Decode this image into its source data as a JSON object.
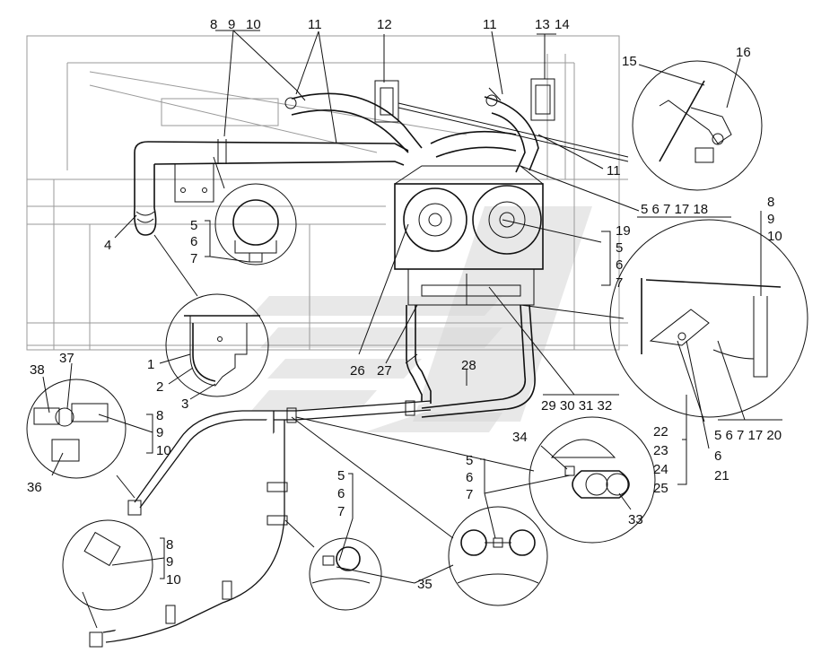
{
  "labels": {
    "l1": "1",
    "l2": "2",
    "l3": "3",
    "l4": "4",
    "l5a": "5",
    "l6a": "6",
    "l7a": "7",
    "l8a": "8",
    "l9a": "9",
    "l10a": "10",
    "l11a": "11",
    "l11b": "11",
    "l11c": "11",
    "l11d": "11",
    "l12": "12",
    "l13": "13",
    "l14": "14",
    "l15": "15",
    "l16": "16",
    "l18row": "5 6 7 17 18",
    "l19": "19",
    "l5b": "5",
    "l6b": "6",
    "l7b": "7",
    "l8b": "8",
    "l9b": "9",
    "l10b": "10",
    "l20row": "5 6 7 17 20",
    "l22": "22",
    "l23": "23",
    "l24": "24",
    "l25": "25",
    "l6c": "6",
    "l21": "21",
    "l26": "26",
    "l27": "27",
    "l28": "28",
    "l29row": "29 30 31 32",
    "l37": "37",
    "l38": "38",
    "l36": "36",
    "l8c": "8",
    "l9c": "9",
    "l10c": "10",
    "l34": "34",
    "l33": "33",
    "l5d": "5",
    "l6d": "6",
    "l7d": "7",
    "l5e": "5",
    "l6e": "6",
    "l7e": "7",
    "l35": "35",
    "l8d": "8",
    "l9d": "9",
    "l10d": "10"
  }
}
